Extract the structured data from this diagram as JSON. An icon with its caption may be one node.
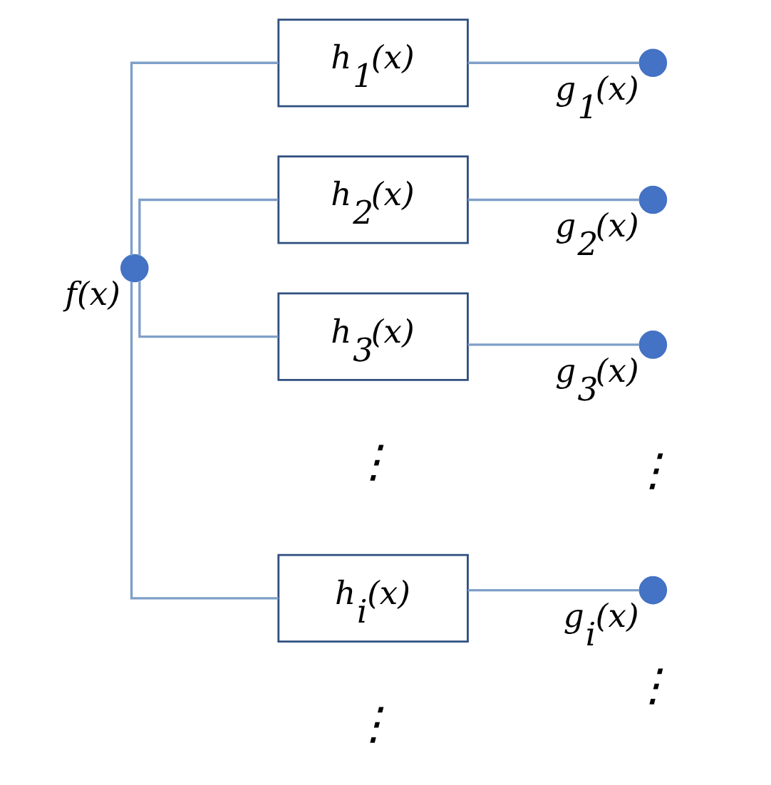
{
  "diagram": {
    "nodes": [
      {
        "text": [],
        "shape": "circle",
        "beside": [
          "f(x)"
        ]
      },
      {
        "text": [
          "h$_{1}$(x)"
        ]
      },
      {
        "text": [
          "h$_{2}$(x)"
        ]
      },
      {
        "text": [
          "h$_{3}$(x)"
        ]
      },
      {
        "text": [
          "h$_{i}$(x)"
        ]
      },
      {
        "text": [],
        "shape": "circle",
        "beside": [
          "g$_{1}$(x)"
        ]
      },
      {
        "text": [],
        "shape": "circle",
        "beside": [
          "g$_{2}$(x)"
        ]
      },
      {
        "text": [],
        "shape": "circle",
        "beside": [
          "g$_{3}$(x)"
        ]
      },
      {
        "text": [],
        "shape": "circle",
        "beside": [
          "g$_{i}$(x)"
        ]
      }
    ],
    "edges": [
      {
        "from": 0,
        "to": 1,
        "arrow": "none"
      },
      {
        "from": 0,
        "to": 2,
        "arrow": "none"
      },
      {
        "from": 0,
        "to": 3,
        "arrow": "none"
      },
      {
        "from": 0,
        "to": 4,
        "arrow": "none"
      },
      {
        "from": 1,
        "to": 5,
        "arrow": "none"
      },
      {
        "from": 2,
        "to": 6,
        "arrow": "none"
      },
      {
        "from": 3,
        "to": 7,
        "arrow": "none"
      },
      {
        "from": 4,
        "to": 8,
        "arrow": "none"
      }
    ],
    "labels": [
      "⋮",
      "⋮",
      "⋮",
      "⋮"
    ]
  }
}
